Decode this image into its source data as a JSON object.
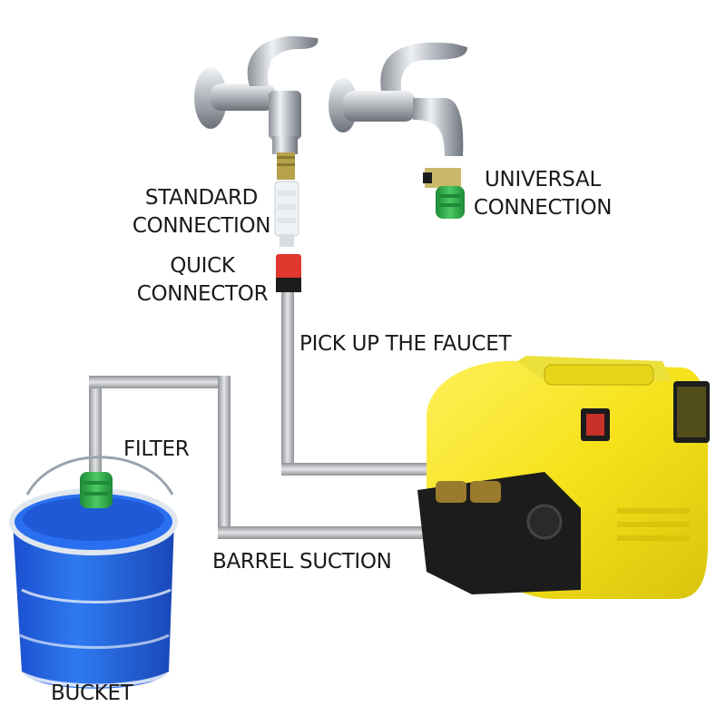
{
  "labels": {
    "standard_connection": [
      "STANDARD",
      "CONNECTION"
    ],
    "universal_connection": [
      "UNIVERSAL",
      "CONNECTION"
    ],
    "quick_connector": [
      "QUICK",
      "CONNECTOR"
    ],
    "pick_up_faucet": "PICK UP THE FAUCET",
    "filter": "FILTER",
    "barrel_suction": "BARREL SUCTION",
    "bucket": "BUCKET"
  },
  "colors": {
    "pump_body": "#f5e21a",
    "pump_dark": "#1c1c1c",
    "hose": "#c9cacc",
    "connector_red": "#e0382e",
    "fitting_green": "#2fa84a",
    "bucket_blue": "#1e5fe0",
    "chrome": "#c7cbd0"
  }
}
